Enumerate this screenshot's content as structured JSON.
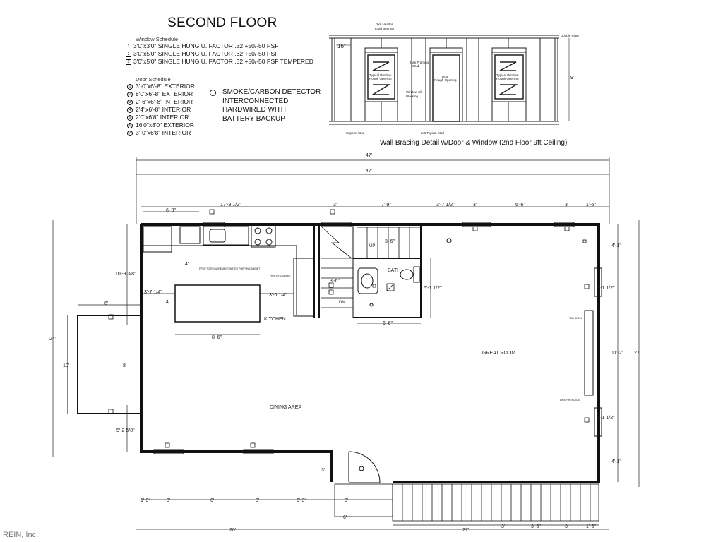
{
  "title": "SECOND FLOOR",
  "window_schedule": {
    "heading": "Window Schedule",
    "items": [
      {
        "symbol": "1",
        "text": "3'0\"x3'0\" SINGLE HUNG U. FACTOR .32 +50/-50 PSF"
      },
      {
        "symbol": "2",
        "text": "3'0\"x5'0\" SINGLE HUNG U. FACTOR .32 +50/-50 PSF"
      },
      {
        "symbol": "3",
        "text": "3'0\"x5'0\" SINGLE HUNG U. FACTOR .32 +50/-50 PSF TEMPERED"
      }
    ]
  },
  "door_schedule": {
    "heading": "Door Schedule",
    "items": [
      {
        "symbol": "1",
        "text": "3'-0\"x6'-8\" EXTERIOR"
      },
      {
        "symbol": "2",
        "text": "8'0\"x6'-8\" EXTERIOR"
      },
      {
        "symbol": "3",
        "text": "2'-6\"x6'-8\" INTERIOR"
      },
      {
        "symbol": "4",
        "text": "2'4\"x6'-8\" INTERIOR"
      },
      {
        "symbol": "5",
        "text": "2'0\"x6'8\" INTERIOR"
      },
      {
        "symbol": "6",
        "text": "16'0\"x8'0\" EXTERIOR"
      },
      {
        "symbol": "7",
        "text": "3'-0\"x6'8\" INTERIOR"
      }
    ]
  },
  "smoke_detector": {
    "lines": [
      "SMOKE/CARBON DETECTOR",
      "INTERCONNECTED",
      "HARDWIRED WITH",
      "BATTERY BACKUP"
    ]
  },
  "bracing": {
    "caption": "Wall Bracing Detail w/Door & Window (2nd Floor 9ft Ceiling)",
    "labels": {
      "header": "2x6 Header",
      "load": "Load Bearing",
      "double_plate": "Double Plate",
      "sixteen": "16\"",
      "typical_window": "Typical Window",
      "rough_opening": "Rough Opening",
      "jack_framing": "Jack Framing",
      "stud": "Stud",
      "door": "Door",
      "door_ro": "Rough Opening",
      "window_sill": "Window Sill",
      "blocking": "Blocking",
      "support_stud": "Support Stud",
      "typical_stud": "2x6 Typical Stud",
      "nine": "9'"
    }
  },
  "rooms": {
    "kitchen": "KITCHEN",
    "dining": "DINING AREA",
    "great_room": "GREAT ROOM",
    "bath": "BATH",
    "up": "UP",
    "dn": "DN"
  },
  "dimensions": {
    "overall_top_1": "47'",
    "overall_top_2": "47'",
    "top_a": "17'-9 1/2\"",
    "top_b": "3'",
    "top_c": "7'-9\"",
    "top_d": "3'-7 1/2\"",
    "top_e": "3'",
    "top_f": "6'-6\"",
    "top_g": "3'",
    "top_h": "1'-6\"",
    "kitchen_a": "6'-3\"",
    "left_24": "24'",
    "left_10_9": "10'-9 3/8\"",
    "left_5_2": "5'-2 5/8\"",
    "bump_6": "6'",
    "bump_10": "10'",
    "bump_8": "8'",
    "island_left": "3'-7 1/4\"",
    "island_right": "3'-6 1/4\"",
    "island_4a": "4'",
    "island_4b": "4'",
    "island_w": "8'-6\"",
    "stair_3_6a": "3'-6\"",
    "stair_3_6b": "3'-6\"",
    "bath_w": "6'-6\"",
    "bath_h": "5'-1 1/2\"",
    "right_4_1a": "4'-1\"",
    "right_3_1a": "3'-1 1/2\"",
    "right_11_2": "11'-2\"",
    "right_3_1b": "3'-1 1/2\"",
    "right_4_1b": "4'-1\"",
    "right_27": "27'",
    "bot_a": "1'-9\"",
    "bot_b": "3'",
    "bot_c": "6'",
    "bot_d": "3'",
    "bot_e": "6'-3\"",
    "bot_f": "3'",
    "bot_g": "6'",
    "bot_h": "3'",
    "bot_i": "3'-6\"",
    "bot_j": "3'",
    "bot_k": "1'-6\"",
    "bot_20": "20'",
    "bot_27": "27'",
    "door_3": "3'"
  },
  "notes": {
    "fridge": "PREP TO REQUIREMENT\nWATER PREP IN CABINET",
    "pantry": "PANTRY\nCABINET",
    "tv": "TBD SKELL",
    "fireplace": "LINE FIREPLACE"
  },
  "watermark": "REIN, Inc."
}
